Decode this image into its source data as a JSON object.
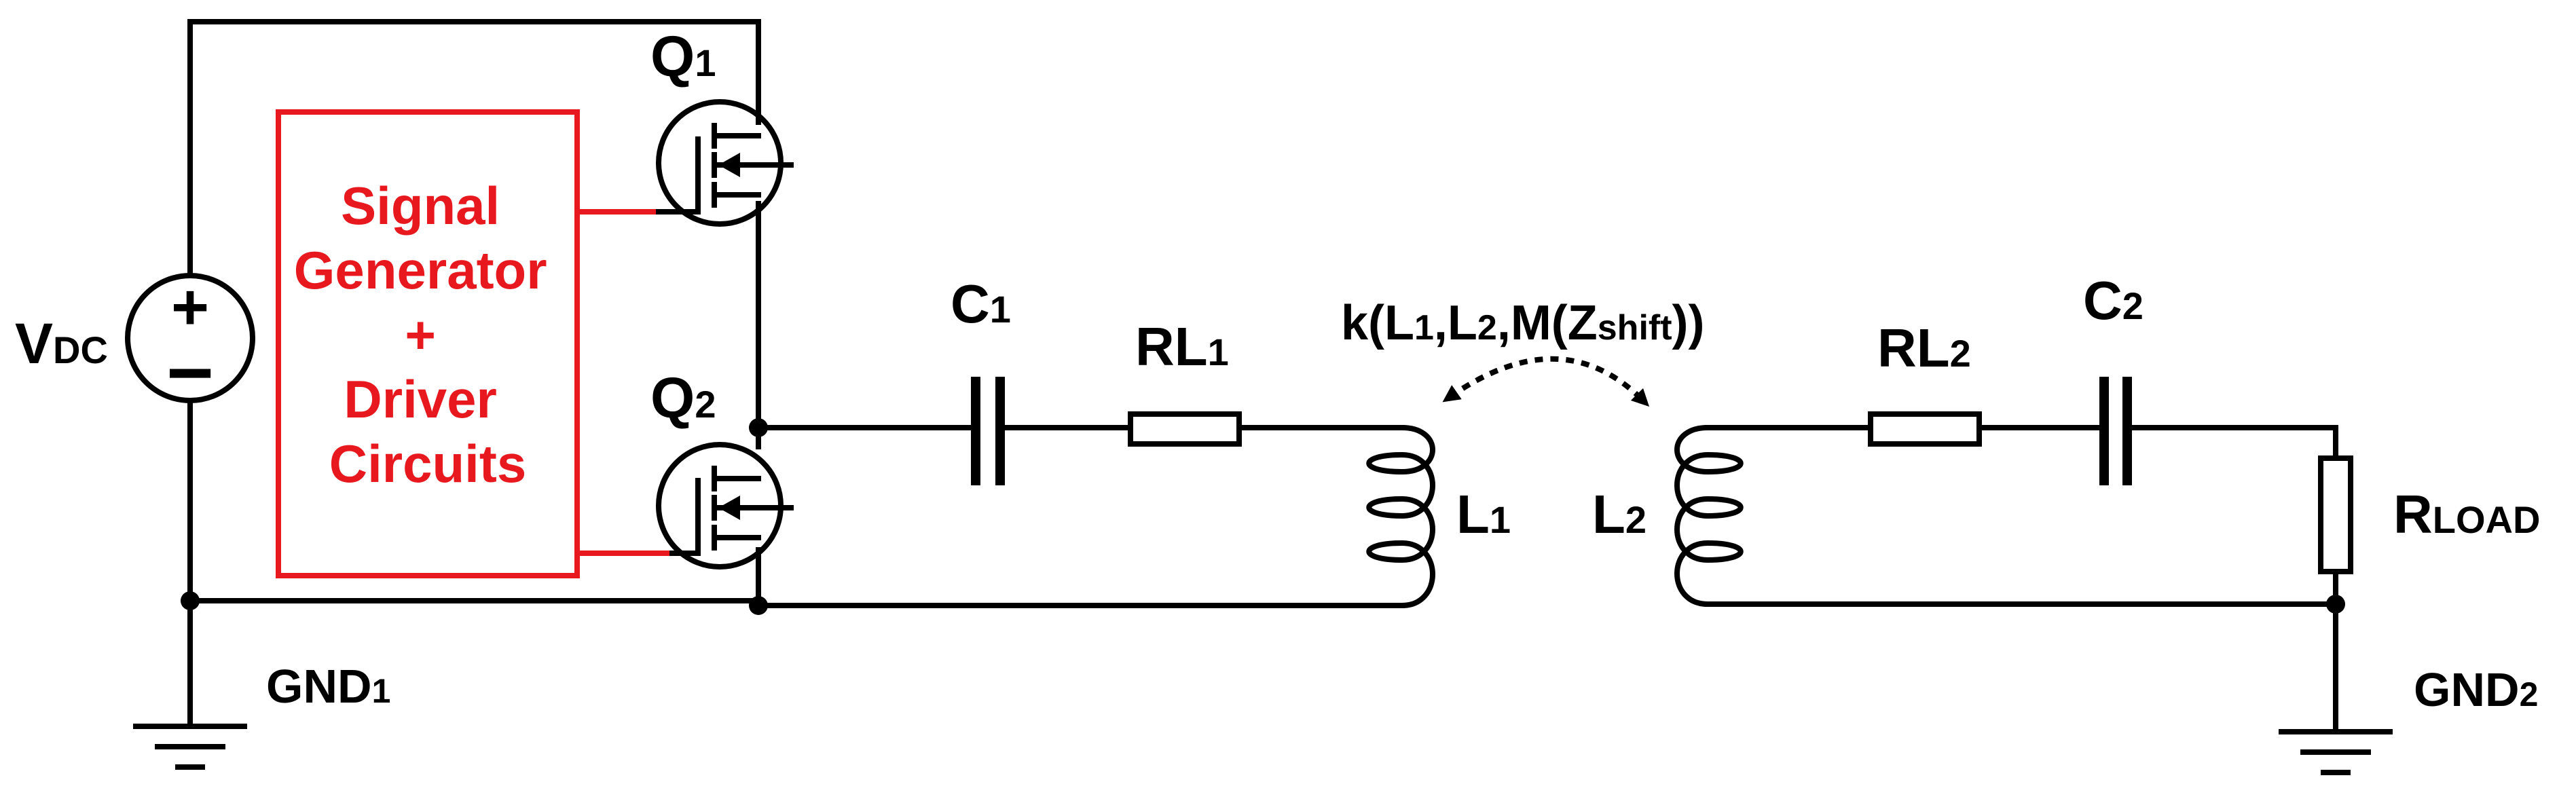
{
  "labels": {
    "vdc_main": "V",
    "vdc_sub": "DC",
    "source_plus": "+",
    "source_minus": "−",
    "q1_main": "Q",
    "q1_sub": "1",
    "q2_main": "Q",
    "q2_sub": "2",
    "driver_line1": "Signal",
    "driver_line2": "Generator",
    "driver_line3": "+",
    "driver_line4": "Driver",
    "driver_line5": "Circuits",
    "c1_main": "C",
    "c1_sub": "1",
    "rl1_main": "RL",
    "rl1_sub": "1",
    "l1_main": "L",
    "l1_sub": "1",
    "coupling_prefix": "k(L",
    "coupling_sub1": "1",
    "coupling_mid1": ",L",
    "coupling_sub2": "2",
    "coupling_mid2": ",M(Z",
    "coupling_sub3": "shift",
    "coupling_suffix": "))",
    "l2_main": "L",
    "l2_sub": "2",
    "rl2_main": "RL",
    "rl2_sub": "2",
    "c2_main": "C",
    "c2_sub": "2",
    "rload_main": "R",
    "rload_sub": "LOAD",
    "gnd1_main": "GND",
    "gnd1_sub": "1",
    "gnd2_main": "GND",
    "gnd2_sub": "2"
  },
  "colors": {
    "wire": "#000000",
    "driver_block": "#e8191e"
  }
}
